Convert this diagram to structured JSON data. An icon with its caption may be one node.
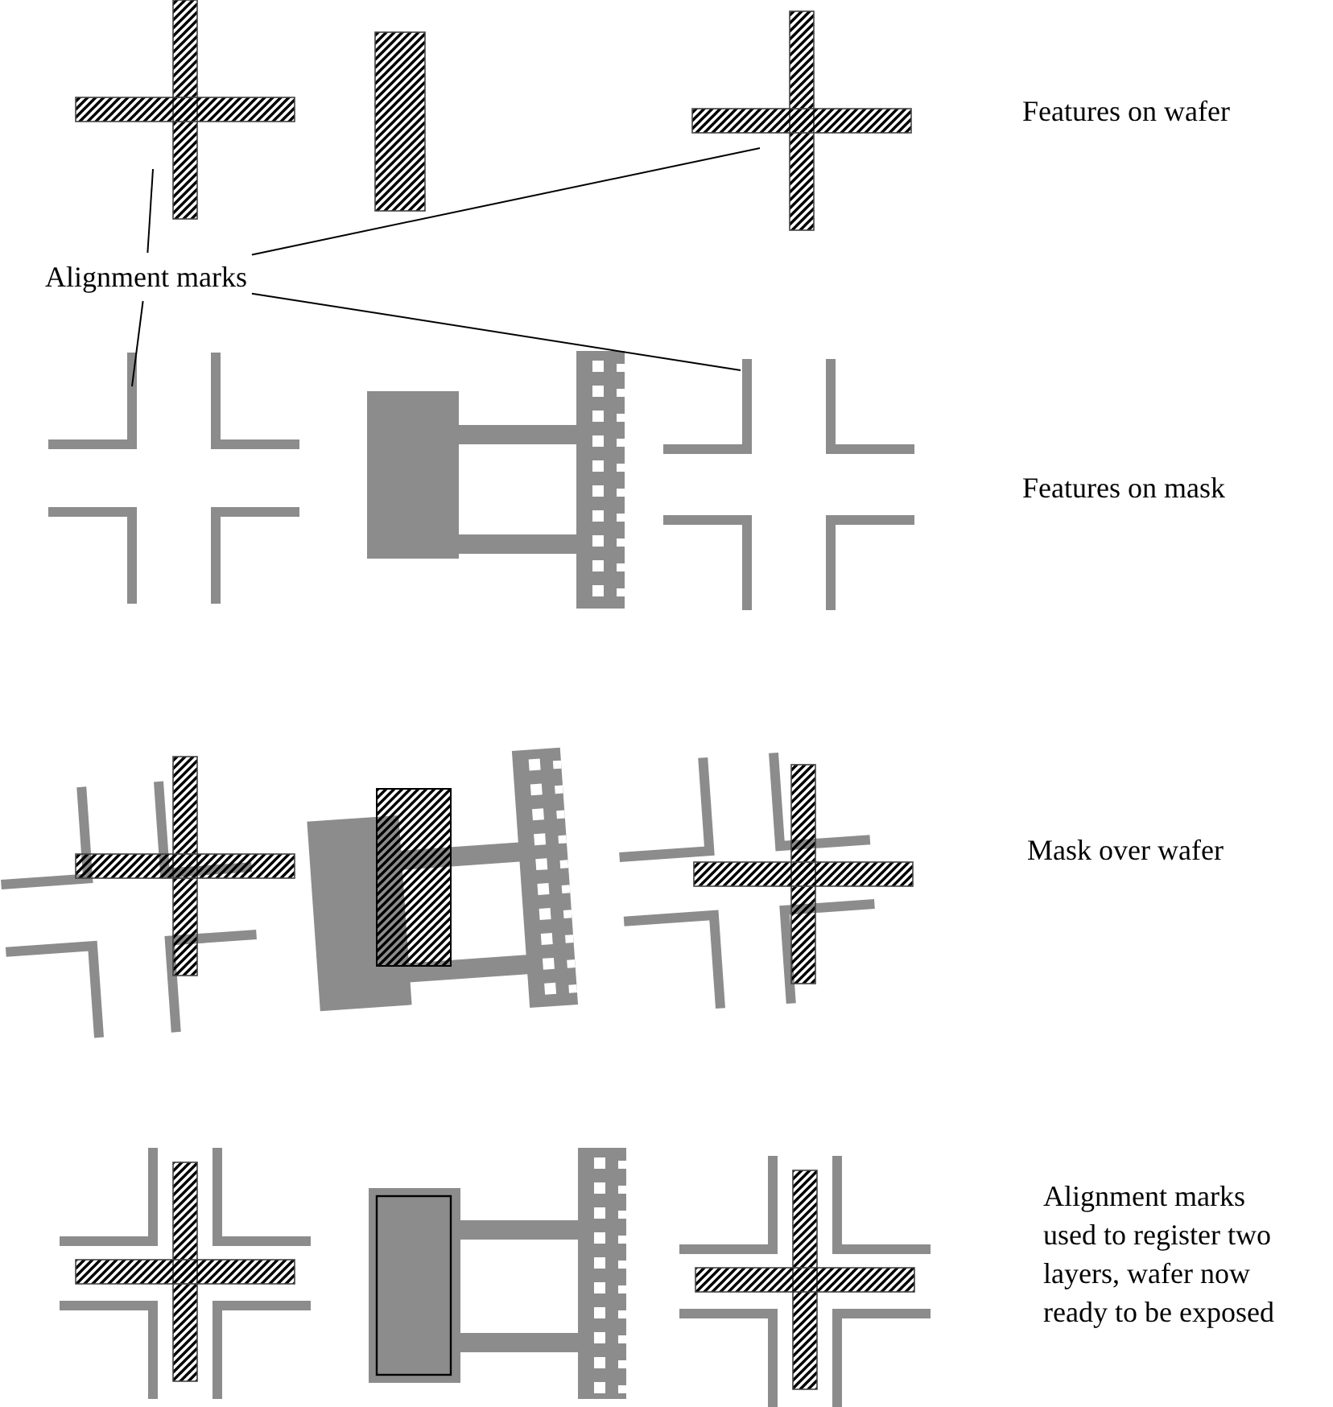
{
  "diagram": {
    "nodes": [
      {
        "text": [
          "Alignment marks"
        ]
      },
      {
        "text": [],
        "shape": "cross"
      },
      {
        "text": [],
        "shape": "cross"
      },
      {
        "text": [],
        "shape": "cross"
      },
      {
        "text": [],
        "shape": "cross"
      }
    ],
    "edges": [
      {
        "from": 0,
        "to": 1,
        "arrow": "none"
      },
      {
        "from": 0,
        "to": 2,
        "arrow": "none"
      },
      {
        "from": 0,
        "to": 3,
        "arrow": "none"
      },
      {
        "from": 0,
        "to": 4,
        "arrow": "none"
      }
    ],
    "labels": [
      "Features on wafer",
      "Features on mask",
      "Mask over wafer",
      "Alignment marks used to register two layers, wafer now ready to be exposed"
    ]
  }
}
